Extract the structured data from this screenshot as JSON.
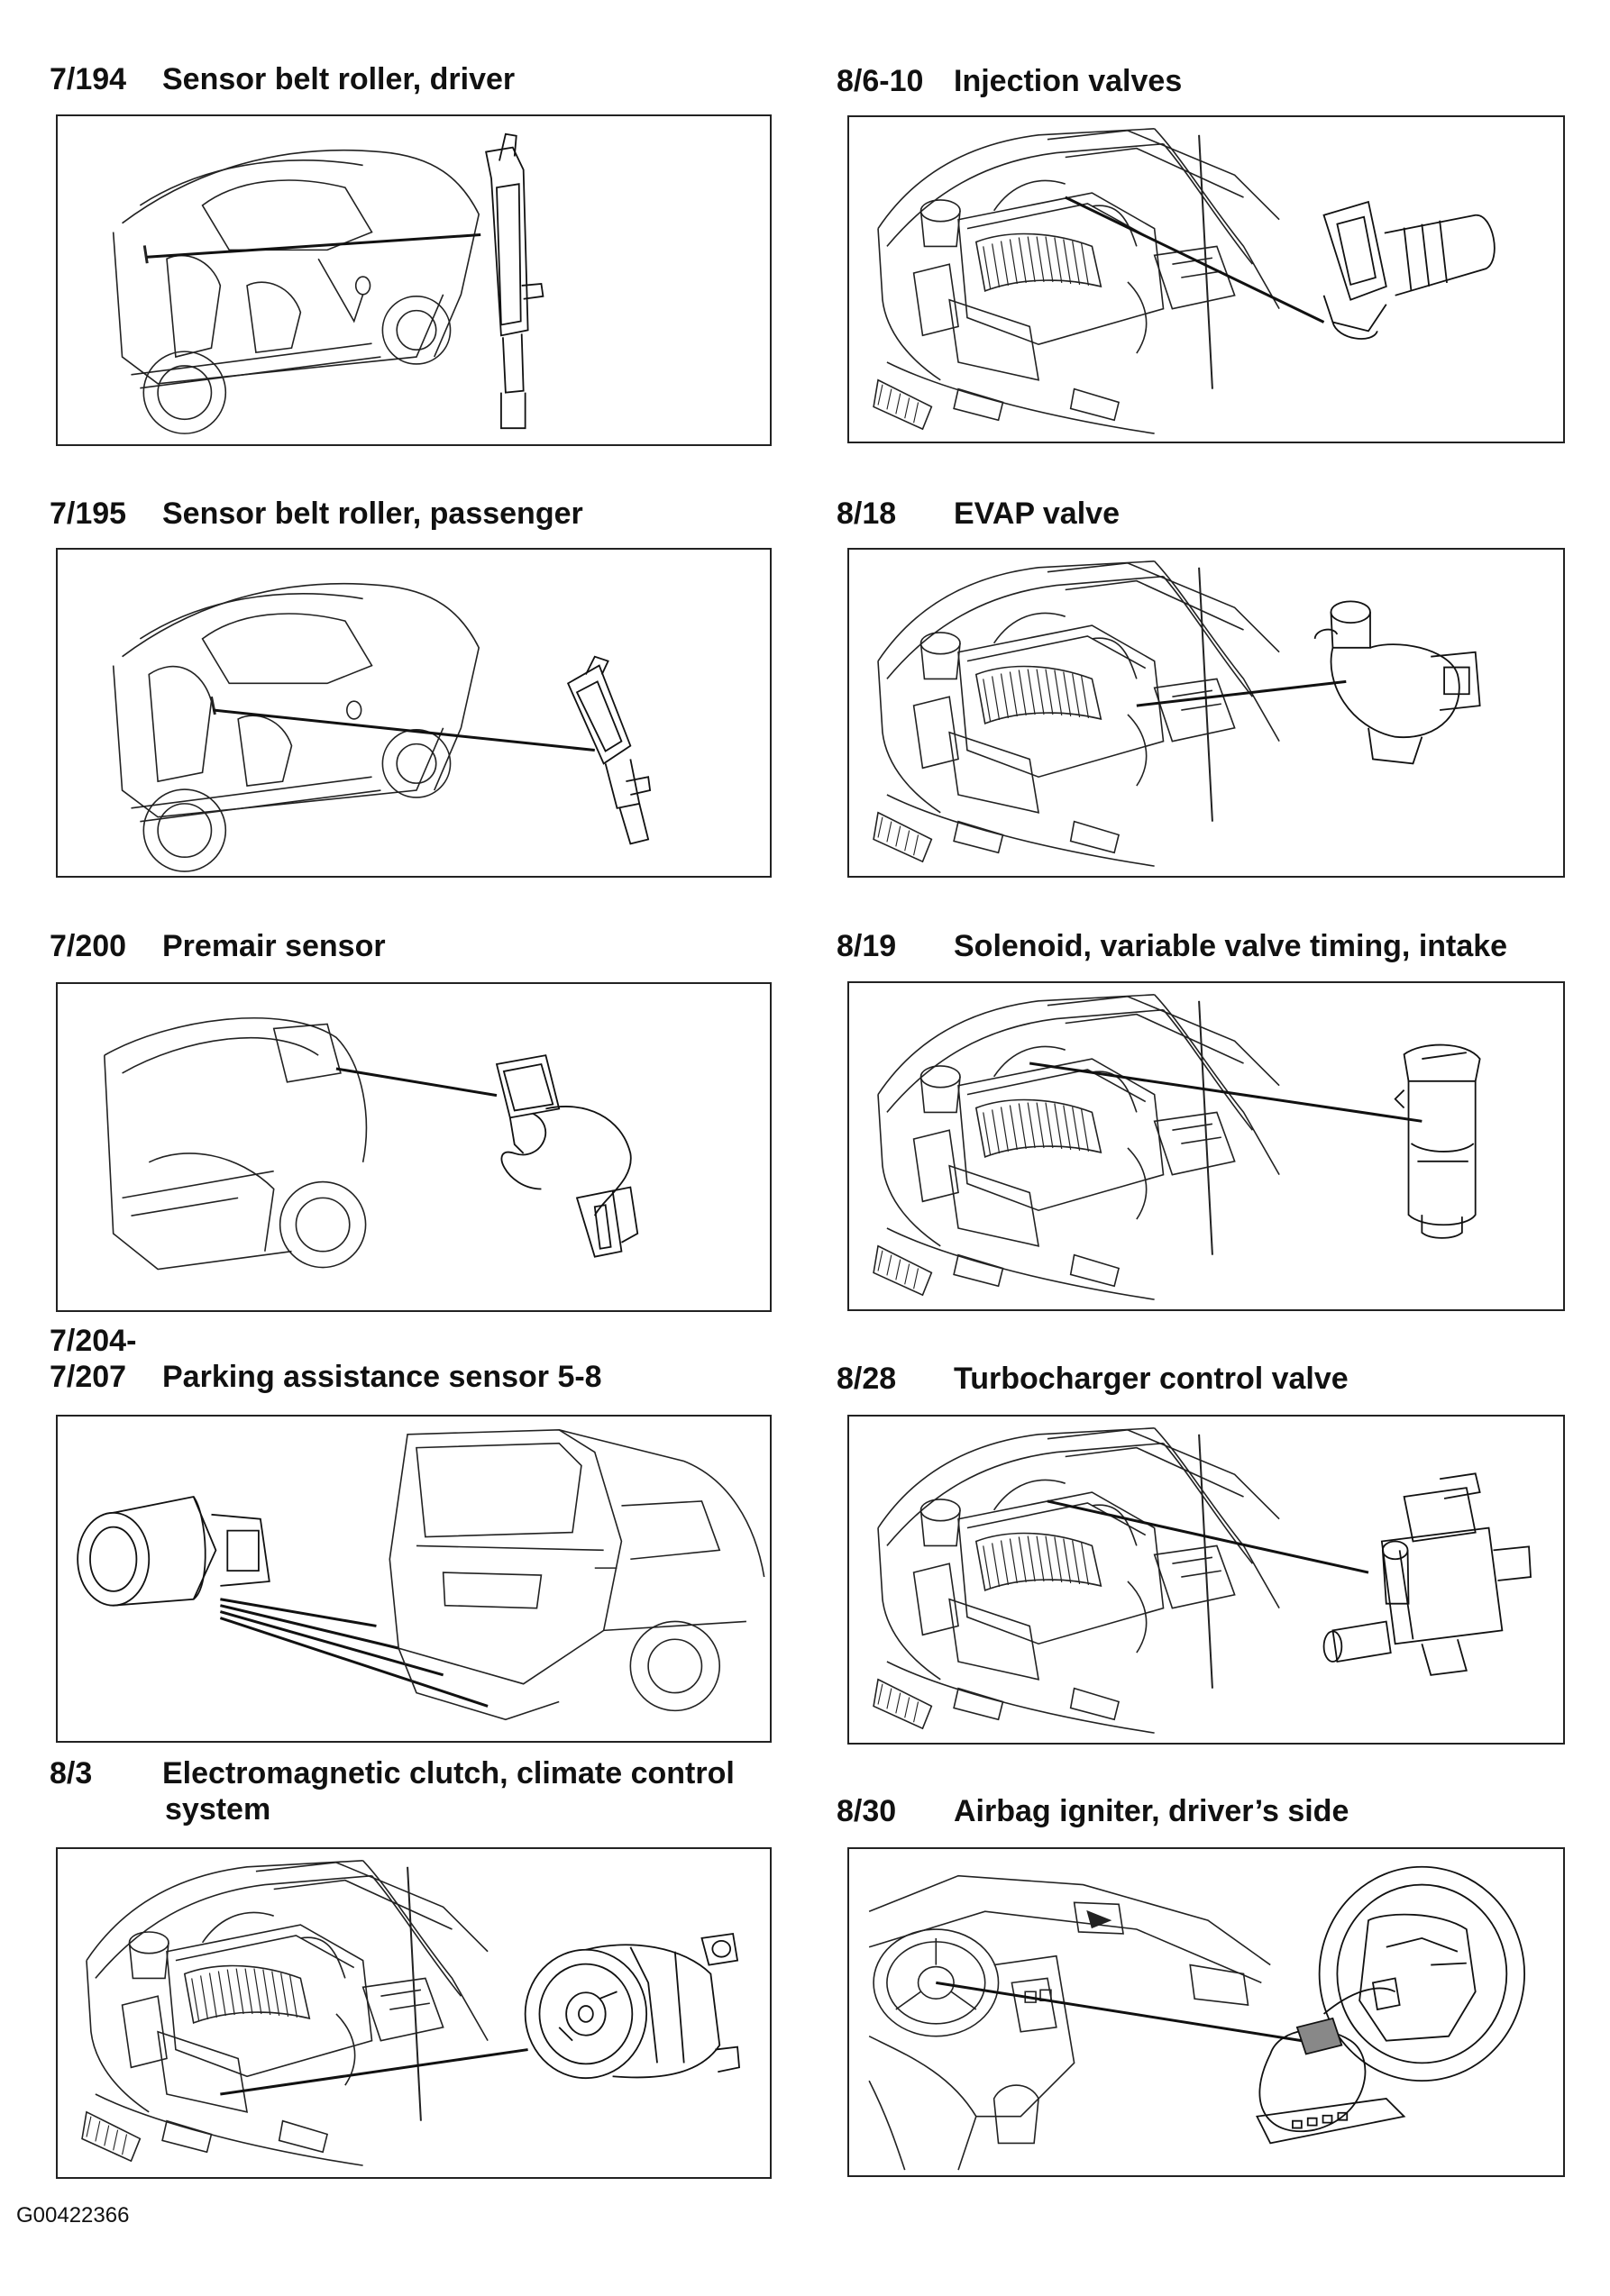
{
  "figure_id": "G00422366",
  "panels": [
    {
      "code": "7/194",
      "title": "Sensor belt roller, driver",
      "title_line2": "",
      "illustration": "car-interior-with-belt-roller-sensor"
    },
    {
      "code": "8/6-10",
      "title": "Injection valves",
      "title_line2": "",
      "illustration": "engine-bay-with-injection-valve"
    },
    {
      "code": "7/195",
      "title": "Sensor belt roller, passenger",
      "title_line2": "",
      "illustration": "car-interior-with-belt-roller-sensor"
    },
    {
      "code": "8/18",
      "title": "EVAP valve",
      "title_line2": "",
      "illustration": "engine-bay-with-evap-valve"
    },
    {
      "code": "7/200",
      "title": "Premair sensor",
      "title_line2": "",
      "illustration": "car-front-with-premair-sensor"
    },
    {
      "code": "8/19",
      "title": "Solenoid, variable valve timing, intake",
      "title_line2": "",
      "illustration": "engine-bay-with-solenoid"
    },
    {
      "code": "7/204-",
      "code_line2": "7/207",
      "title": "Parking assistance sensor 5-8",
      "title_line2": "",
      "illustration": "car-rear-with-parking-sensor"
    },
    {
      "code": "8/28",
      "title": "Turbocharger control valve",
      "title_line2": "",
      "illustration": "engine-bay-with-turbo-control-valve"
    },
    {
      "code": "8/3",
      "title": "Electromagnetic clutch, climate control",
      "title_line2": "system",
      "illustration": "engine-bay-with-ac-compressor"
    },
    {
      "code": "8/30",
      "title": "Airbag igniter, driver’s side",
      "title_line2": "",
      "illustration": "dashboard-with-steering-wheel-airbag"
    }
  ]
}
